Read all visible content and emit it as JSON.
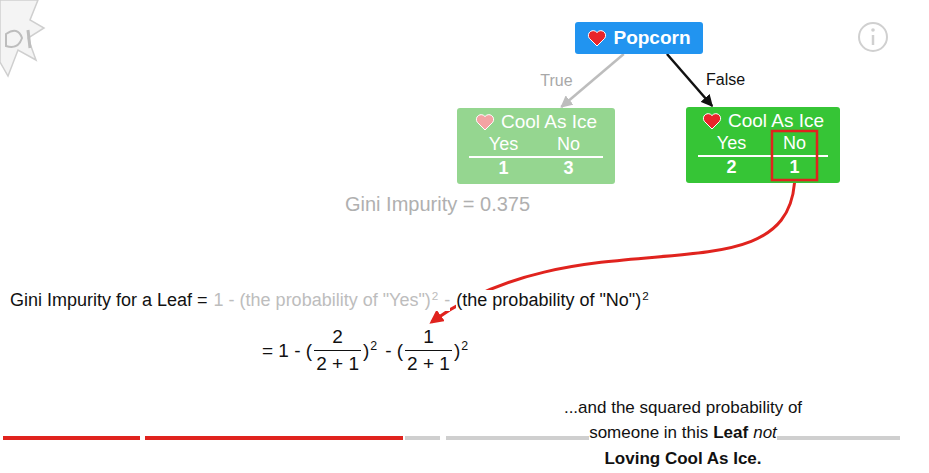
{
  "diagram": {
    "nodes": [
      {
        "text": [
          "Popcorn"
        ]
      },
      {
        "text": [
          "Cool As Ice",
          "Yes",
          "No",
          "1",
          "3"
        ]
      },
      {
        "text": [
          "Cool As Ice",
          "Yes",
          "No",
          "2",
          "1"
        ]
      }
    ],
    "edges": [
      {
        "from": 0,
        "to": 1,
        "arrow": "to",
        "label": "True"
      },
      {
        "from": 0,
        "to": 2,
        "arrow": "to",
        "label": "False"
      }
    ],
    "labels": [
      "Gini Impurity = 0.375",
      "Gini Impurity for a Leaf =",
      "1 - (the probability of \"Yes\")",
      "2",
      "-",
      "(the probability of \"No\")",
      "2",
      "= 1 - (",
      "2",
      "2 + 1",
      ")",
      "2",
      "- (",
      "1",
      "2 + 1",
      ")",
      "2",
      "...and the squared probability of",
      "someone in this",
      "Leaf",
      "not",
      "Loving Cool As Ice."
    ]
  }
}
